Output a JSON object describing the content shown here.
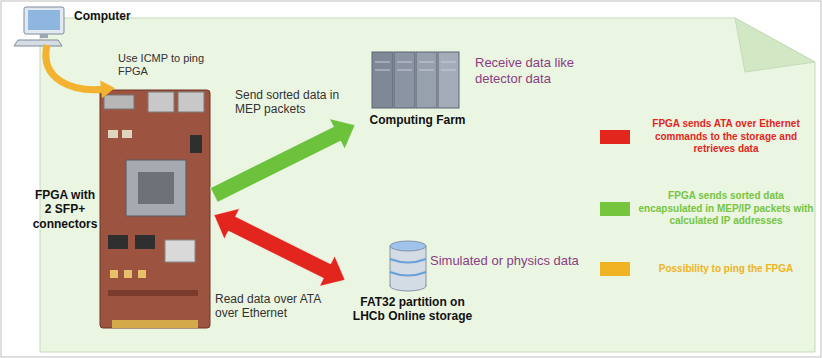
{
  "diagram": {
    "nodes": [
      {
        "text": [
          "Computer"
        ]
      },
      {
        "text": [
          "FPGA with 2 SFP+ connectors"
        ]
      },
      {
        "text": [
          "Computing Farm",
          "Receive data like detector data"
        ]
      },
      {
        "text": [
          "FAT32 partition on LHCb Online storage",
          "Simulated or physics data"
        ]
      }
    ],
    "edges": [
      {
        "from": 0,
        "to": 1,
        "arrow": "to",
        "label": "Use ICMP to ping FPGA"
      },
      {
        "from": 1,
        "to": 2,
        "arrow": "to",
        "label": "Send sorted data in MEP packets"
      },
      {
        "from": 1,
        "to": 3,
        "arrow": "both",
        "label": "Read data over ATA over Ethernet"
      }
    ],
    "legend": [
      {
        "text": "FPGA sends ATA over Ethernet commands to the storage and retrieves data",
        "color": "#e3261d"
      },
      {
        "text": "FPGA sends sorted data encapsulated in MEP/IP packets with calculated IP addresses",
        "color": "#76c53f"
      },
      {
        "text": "Possibility to ping the FPGA",
        "color": "#f0b323"
      }
    ]
  }
}
